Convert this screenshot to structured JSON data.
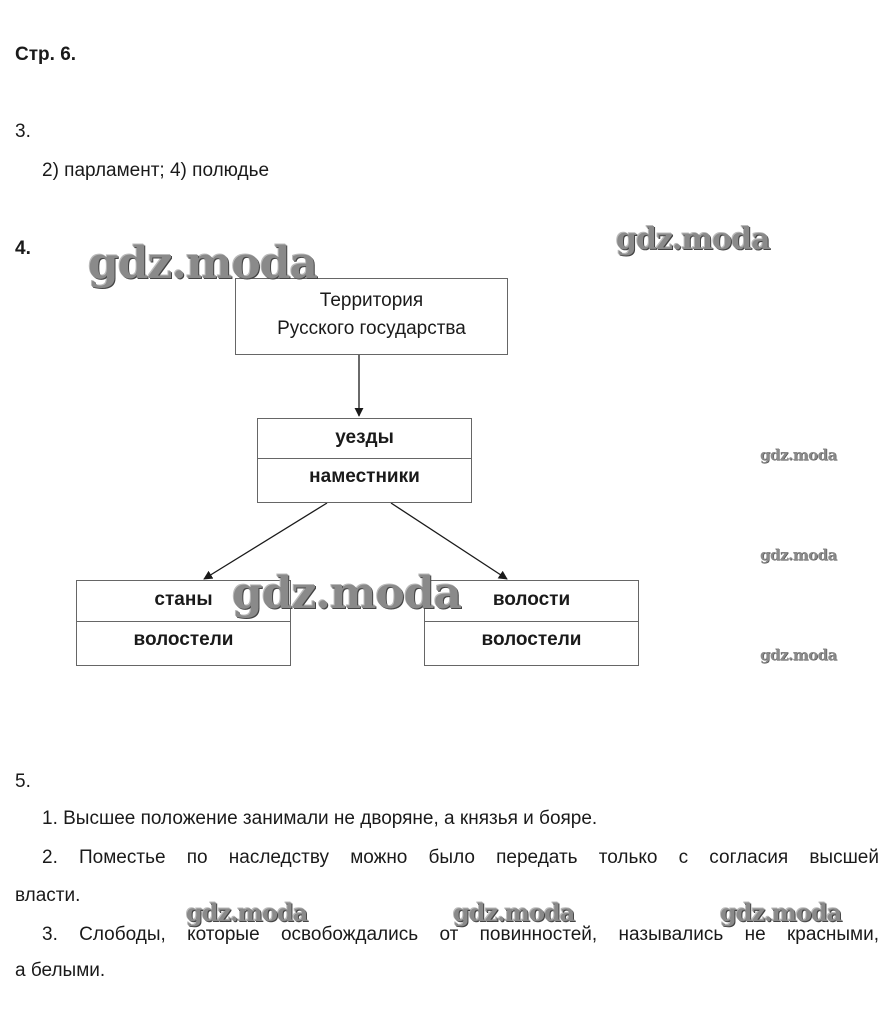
{
  "page_title": "Стр. 6.",
  "questions": {
    "q3": {
      "number": "3.",
      "answer": "2) парламент; 4) полюдье"
    },
    "q4": {
      "number": "4.",
      "diagram": {
        "root": {
          "line1": "Территория",
          "line2": "Русского государства"
        },
        "middle": {
          "unit": "уезды",
          "official": "наместники"
        },
        "left": {
          "unit": "станы",
          "official": "волостели"
        },
        "right": {
          "unit": "волости",
          "official": "волостели"
        }
      }
    },
    "q5": {
      "number": "5.",
      "items": [
        "1. Высшее положение занимали не дворяне, а князья и бояре.",
        "2. Поместье по наследству можно было передать только с согласия высшей",
        "власти.",
        "3. Слободы, которые освобождались от повинностей, назывались не красными,",
        "а белыми."
      ]
    }
  },
  "watermark": "gdz.moda"
}
